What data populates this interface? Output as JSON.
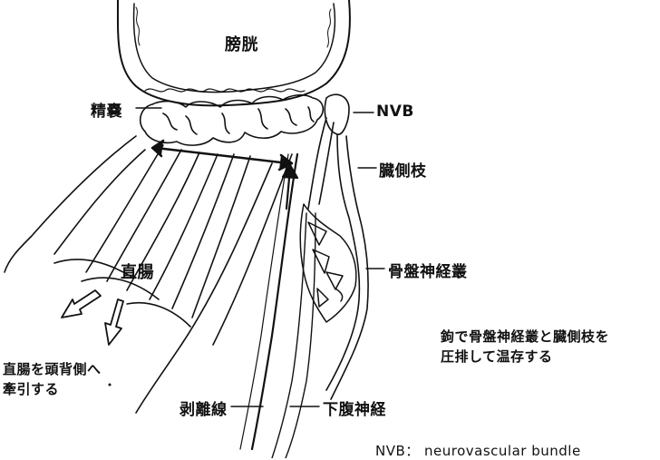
{
  "labels": {
    "bladder": "膀胱",
    "seminal_vesicle": "精嚢",
    "nvb": "NVB",
    "vesical_branch": "臓側枝",
    "pelvic_plexus": "骨盤神経叢",
    "rectum": "直腸",
    "retract_rectum": [
      "直腸を頭背側へ",
      "牽引する"
    ],
    "dissection_line": "剥離線",
    "hypogastric_nerve": "下腹神経",
    "note": [
      "鉤で骨盤神経叢と臓側枝を",
      "圧排して温存する"
    ],
    "abbreviation": "NVB： neurovascular bundle"
  },
  "colors": {
    "ink": "#111111",
    "background": "#ffffff"
  }
}
